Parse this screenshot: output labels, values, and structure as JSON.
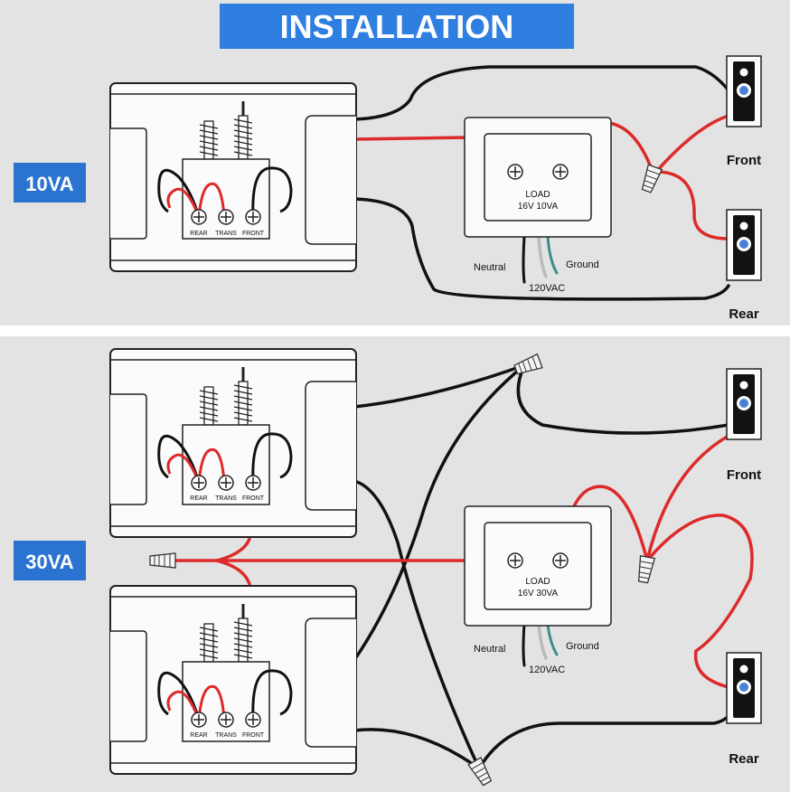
{
  "title": "INSTALLATION",
  "colors": {
    "background": "#e3e3e3",
    "banner": "#2e7fe0",
    "badge": "#2b73d1",
    "red_wire": "#dd2a2a",
    "black_wire": "#111111",
    "ground_wire": "#3a8f8a",
    "button_light": "#4a7fd8"
  },
  "sections": [
    {
      "badge": "10VA",
      "chime": {
        "terminals": [
          "REAR",
          "TRANS",
          "FRONT"
        ]
      },
      "transformer": {
        "line1": "LOAD",
        "line2": "16V 10VA"
      },
      "supply": {
        "neutral": "Neutral",
        "ground": "Ground",
        "voltage": "120VAC"
      },
      "buttons": [
        "Front",
        "Rear"
      ]
    },
    {
      "badge": "30VA",
      "chimes": [
        {
          "terminals": [
            "REAR",
            "TRANS",
            "FRONT"
          ]
        },
        {
          "terminals": [
            "REAR",
            "TRANS",
            "FRONT"
          ]
        }
      ],
      "transformer": {
        "line1": "LOAD",
        "line2": "16V 30VA"
      },
      "supply": {
        "neutral": "Neutral",
        "ground": "Ground",
        "voltage": "120VAC"
      },
      "buttons": [
        "Front",
        "Rear"
      ]
    }
  ]
}
